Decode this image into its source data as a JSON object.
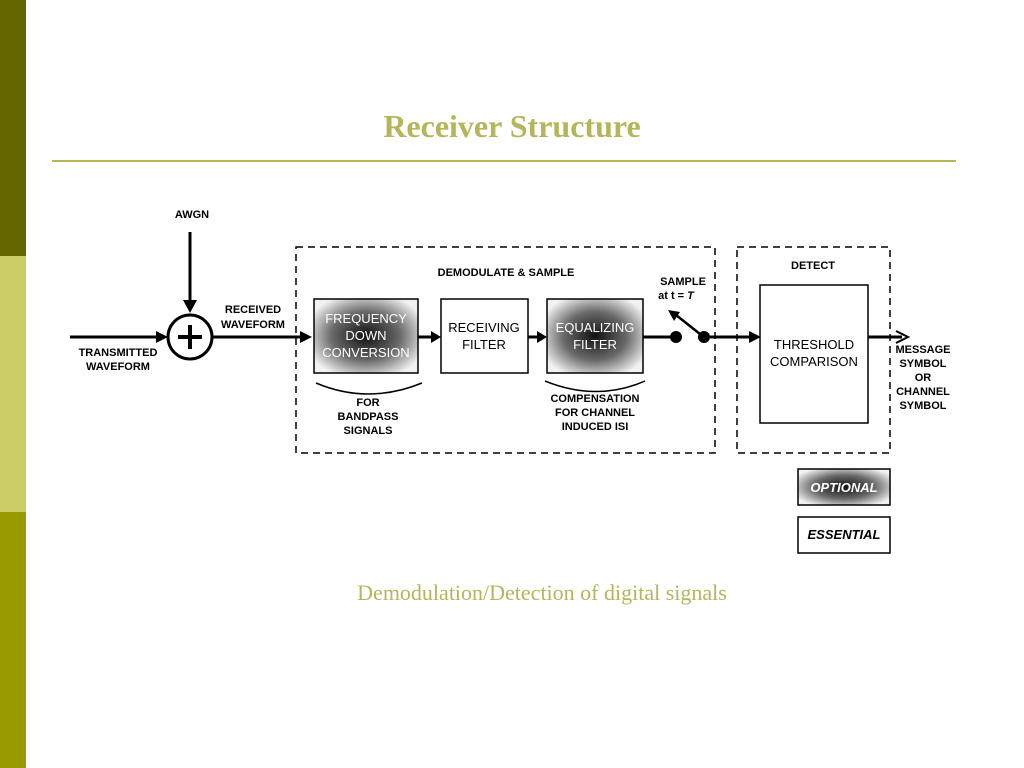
{
  "slide": {
    "title": "Receiver Structure",
    "caption": "Demodulation/Detection of  digital signals"
  },
  "diagram": {
    "awgn": "AWGN",
    "transmitted": [
      "TRANSMITTED",
      "WAVEFORM"
    ],
    "received": [
      "RECEIVED",
      "WAVEFORM"
    ],
    "demodulate_group": "DEMODULATE & SAMPLE",
    "detect_group": "DETECT",
    "freq_block": [
      "FREQUENCY",
      "DOWN",
      "CONVERSION"
    ],
    "receiving_block": [
      "RECEIVING",
      "FILTER"
    ],
    "equalizing_block": [
      "EQUALIZING",
      "FILTER"
    ],
    "threshold_block": [
      "THRESHOLD",
      "COMPARISON"
    ],
    "sample_label": [
      "SAMPLE",
      "at t = "
    ],
    "sample_time": "T",
    "bandpass_note": [
      "FOR",
      "BANDPASS",
      "SIGNALS"
    ],
    "isi_note": [
      "COMPENSATION",
      "FOR CHANNEL",
      "INDUCED ISI"
    ],
    "output": [
      "MESSAGE",
      "SYMBOL",
      "OR",
      "CHANNEL",
      "SYMBOL"
    ]
  },
  "legend": {
    "optional": "OPTIONAL",
    "essential": "ESSENTIAL"
  }
}
